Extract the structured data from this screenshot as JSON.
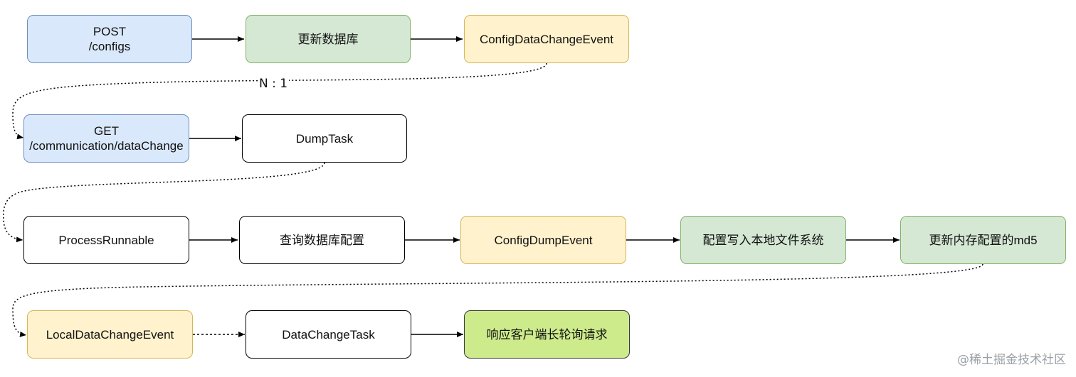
{
  "nodes": {
    "post_configs": "POST\n/configs",
    "update_db": "更新数据库",
    "config_data_change_event": "ConfigDataChangeEvent",
    "get_data_change": "GET\n/communication/dataChange",
    "dump_task": "DumpTask",
    "process_runnable": "ProcessRunnable",
    "query_db_config": "查询数据库配置",
    "config_dump_event": "ConfigDumpEvent",
    "write_local_fs": "配置写入本地文件系统",
    "update_memory_md5": "更新内存配置的md5",
    "local_data_change_event": "LocalDataChangeEvent",
    "data_change_task": "DataChangeTask",
    "respond_long_polling": "响应客户端长轮询请求"
  },
  "edge_labels": {
    "n_to_1": "N : 1"
  },
  "watermark": "@稀土掘金技术社区",
  "colors": {
    "blue_fill": "#dae8fc",
    "blue_stroke": "#6c8ebf",
    "green_fill": "#d5e8d4",
    "green_stroke": "#82b366",
    "yellow_fill": "#fff2cc",
    "yellow_stroke": "#d6b656",
    "lime_fill": "#cdeb8b",
    "lime_stroke": "#36393d"
  }
}
